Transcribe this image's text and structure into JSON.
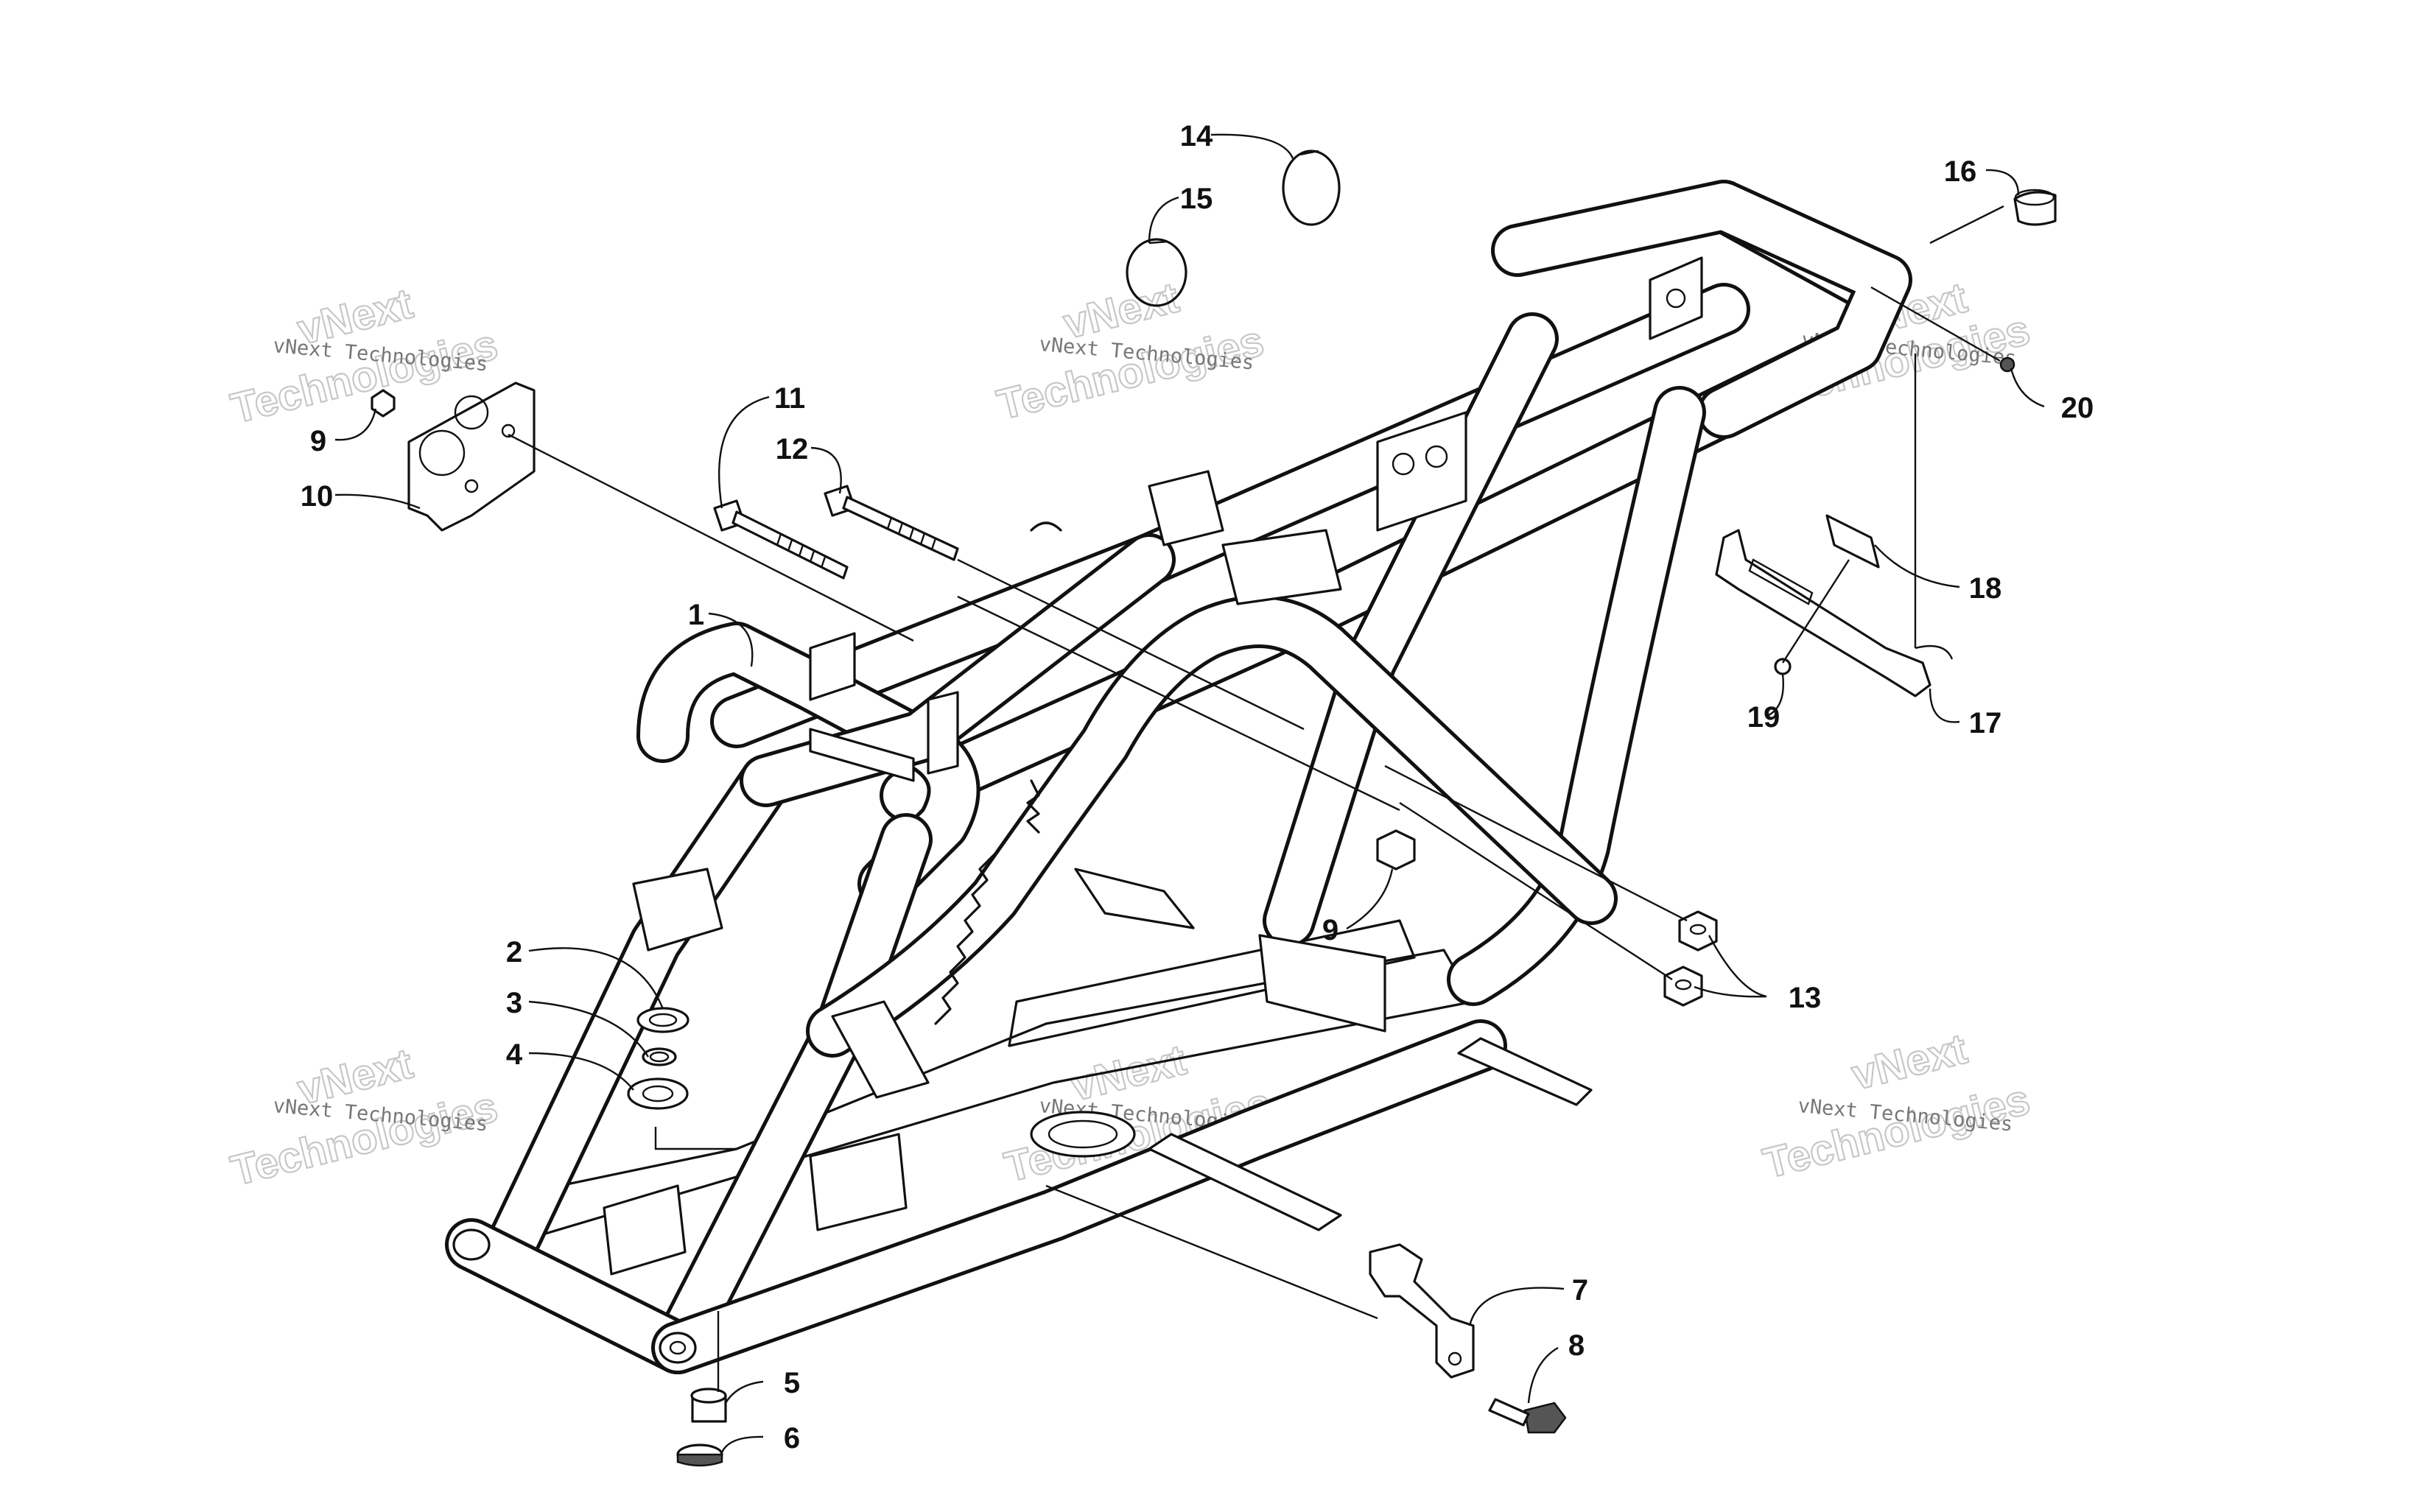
{
  "callouts": [
    {
      "id": "c1",
      "label": "1"
    },
    {
      "id": "c2",
      "label": "2"
    },
    {
      "id": "c3",
      "label": "3"
    },
    {
      "id": "c4",
      "label": "4"
    },
    {
      "id": "c5",
      "label": "5"
    },
    {
      "id": "c6",
      "label": "6"
    },
    {
      "id": "c7",
      "label": "7"
    },
    {
      "id": "c8",
      "label": "8"
    },
    {
      "id": "c9a",
      "label": "9"
    },
    {
      "id": "c9b",
      "label": "9"
    },
    {
      "id": "c10",
      "label": "10"
    },
    {
      "id": "c11",
      "label": "11"
    },
    {
      "id": "c12",
      "label": "12"
    },
    {
      "id": "c13",
      "label": "13"
    },
    {
      "id": "c14",
      "label": "14"
    },
    {
      "id": "c15",
      "label": "15"
    },
    {
      "id": "c16",
      "label": "16"
    },
    {
      "id": "c17",
      "label": "17"
    },
    {
      "id": "c18",
      "label": "18"
    },
    {
      "id": "c19",
      "label": "19"
    },
    {
      "id": "c20",
      "label": "20"
    }
  ],
  "watermark": {
    "line1": "vNext Technologies",
    "line2a": "vNext",
    "line2b": "Technologies"
  }
}
